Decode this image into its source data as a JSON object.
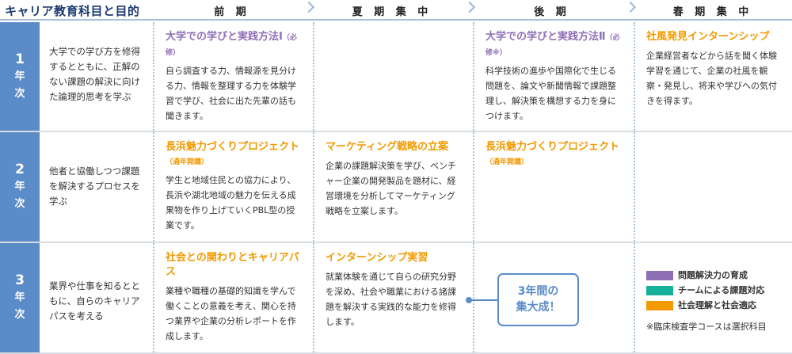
{
  "header": {
    "title": "キャリア教育科目と目的",
    "columns": [
      "前 期",
      "夏 期 集 中",
      "後 期",
      "春 期 集 中"
    ]
  },
  "rows": [
    {
      "year_num": "1",
      "year_a": "年",
      "year_b": "次",
      "purpose": "大学での学び方を修得するとともに、正解のない課題の解決に向けた論理的思考を学ぶ",
      "cells": [
        {
          "title": "大学での学びと実践方法Ⅰ",
          "tag": "（必修）",
          "body": "自ら調査する力、情報源を見分ける力、情報を整理する力を体験学習で学び、社会に出た先輩の話も聞きます。"
        },
        {
          "title": "",
          "tag": "",
          "body": ""
        },
        {
          "title": "大学での学びと実践方法Ⅱ",
          "tag": "（必修※）",
          "body": "科学技術の進歩や国際化で生じる問題を、論文や新聞情報で課題整理し、解決策を構想する力を身につけます。"
        },
        {
          "title": "社風発見インターンシップ",
          "tag": "",
          "body": "企業経営者などから話を聞く体験学習を通じて、企業の社風を観察・発見し、将来や学びへの気付きを得ます。"
        }
      ]
    },
    {
      "year_num": "2",
      "year_a": "年",
      "year_b": "次",
      "purpose": "他者と協働しつつ課題を解決するプロセスを学ぶ",
      "cells": [
        {
          "title": "長浜魅力づくりプロジェクト",
          "tag": "（通年開講）",
          "body": "学生と地域住民との協力により、長浜や湖北地域の魅力を伝える成果物を作り上げていくPBL型の授業です。"
        },
        {
          "title": "マーケティング戦略の立案",
          "tag": "",
          "body": "企業の課題解決策を学び、ベンチャー企業の開発製品を題材に、経営環境を分析してマーケティング戦略を立案します。"
        },
        {
          "title": "長浜魅力づくりプロジェクト",
          "tag": "（通年開講）",
          "body": ""
        },
        {
          "title": "",
          "tag": "",
          "body": ""
        }
      ]
    },
    {
      "year_num": "3",
      "year_a": "年",
      "year_b": "次",
      "purpose": "業界や仕事を知るとともに、自らのキャリアパスを考える",
      "cells": [
        {
          "title": "社会との関わりとキャリアパス",
          "tag": "",
          "body": "業種や職種の基礎的知識を学んで働くことの意義を考え、関心を持つ業界や企業の分析レポートを作成します。"
        },
        {
          "title": "インターンシップ実習",
          "tag": "",
          "body": "就業体験を通じて自らの研究分野を深め、社会や職業における諸課題を解決する実践的な能力を修得します。"
        },
        {
          "title": "",
          "tag": "",
          "body": ""
        },
        {
          "title": "",
          "tag": "",
          "body": ""
        }
      ]
    }
  ],
  "bubble": {
    "line1": "3年間の",
    "line2": "集大成！"
  },
  "legend": [
    {
      "label": "問題解決力の育成",
      "color": "#8e6fb5"
    },
    {
      "label": "チームによる課題対応",
      "color": "#14b09a"
    },
    {
      "label": "社会理解と社会適応",
      "color": "#f29a00"
    }
  ],
  "note": "※臨床検査学コースは選択科目"
}
